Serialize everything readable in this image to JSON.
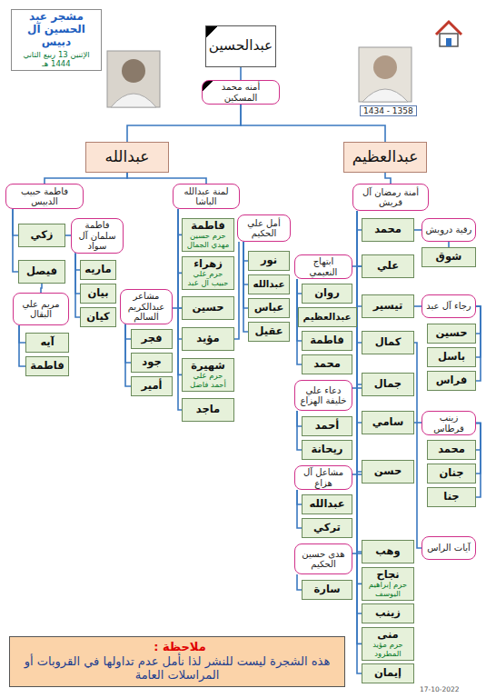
{
  "diagram": {
    "nodes": [
      {
        "text": [
          "مشجر عبد الحسين آل دبيس",
          "الإثنين 13 ربيع الثاني 1444 هـ"
        ]
      },
      {
        "text": [
          "عبدالحسين"
        ]
      },
      {
        "text": [
          "أمنه محمد المسكين"
        ]
      },
      {
        "text": [
          "عبدالعظيم"
        ]
      },
      {
        "text": [
          "عبدالله"
        ]
      },
      {
        "text": [
          "أمنة رمضان آل قريش"
        ]
      },
      {
        "text": [
          "محمد"
        ]
      },
      {
        "text": [
          "رقية درويش"
        ]
      },
      {
        "text": [
          "شوق"
        ]
      },
      {
        "text": [
          "علي"
        ]
      },
      {
        "text": [
          "ابتهاج النعيمي"
        ]
      },
      {
        "text": [
          "روان"
        ]
      },
      {
        "text": [
          "عبدالعظيم"
        ]
      },
      {
        "text": [
          "فاطمة"
        ]
      },
      {
        "text": [
          "محمد"
        ]
      },
      {
        "text": [
          "تيسير"
        ]
      },
      {
        "text": [
          "رجاء آل عبد"
        ]
      },
      {
        "text": [
          "حسين"
        ]
      },
      {
        "text": [
          "باسل"
        ]
      },
      {
        "text": [
          "فراس"
        ]
      },
      {
        "text": [
          "كمال"
        ]
      },
      {
        "text": [
          "جمال"
        ]
      },
      {
        "text": [
          "دعاء علي خليفة الهزاع"
        ]
      },
      {
        "text": [
          "أحمد"
        ]
      },
      {
        "text": [
          "ريحانة"
        ]
      },
      {
        "text": [
          "سامي"
        ]
      },
      {
        "text": [
          "زينب قرطاس"
        ]
      },
      {
        "text": [
          "محمد"
        ]
      },
      {
        "text": [
          "جنان"
        ]
      },
      {
        "text": [
          "جنا"
        ]
      },
      {
        "text": [
          "حسن"
        ]
      },
      {
        "text": [
          "مشاعل آل هزاع"
        ]
      },
      {
        "text": [
          "عبدالله"
        ]
      },
      {
        "text": [
          "تركي"
        ]
      },
      {
        "text": [
          "وهب"
        ]
      },
      {
        "text": [
          "هدى حسين الحكيم"
        ]
      },
      {
        "text": [
          "سارة"
        ]
      },
      {
        "text": [
          "نجاح",
          "حرم إبراهيم اليوسف"
        ]
      },
      {
        "text": [
          "آيات الراس"
        ]
      },
      {
        "text": [
          "زينب"
        ]
      },
      {
        "text": [
          "منى",
          "حرم مؤيد المطرود"
        ]
      },
      {
        "text": [
          "إيمان"
        ]
      },
      {
        "text": [
          "لمنة عبدالله الباشا"
        ]
      },
      {
        "text": [
          "فاطمة",
          "حرم حسين مهدي الجمال"
        ]
      },
      {
        "text": [
          "زهراء",
          "حرم علي حبيب آل عبد"
        ]
      },
      {
        "text": [
          "حسين"
        ]
      },
      {
        "text": [
          "مشاعر عبدالكريم السالم"
        ]
      },
      {
        "text": [
          "فجر"
        ]
      },
      {
        "text": [
          "جود"
        ]
      },
      {
        "text": [
          "أمير"
        ]
      },
      {
        "text": [
          "مؤيد"
        ]
      },
      {
        "text": [
          "أمل علي الحكيم"
        ]
      },
      {
        "text": [
          "نور"
        ]
      },
      {
        "text": [
          "عبدالله"
        ]
      },
      {
        "text": [
          "عباس"
        ]
      },
      {
        "text": [
          "عقيل"
        ]
      },
      {
        "text": [
          "شهيرة",
          "حرم علي أحمد فاضل"
        ]
      },
      {
        "text": [
          "ماجد"
        ]
      },
      {
        "text": [
          "فاطمة حبيب الدبيس"
        ]
      },
      {
        "text": [
          "زكي"
        ]
      },
      {
        "text": [
          "فاطمة سلمان آل سواد"
        ]
      },
      {
        "text": [
          "ماريه"
        ]
      },
      {
        "text": [
          "بيان"
        ]
      },
      {
        "text": [
          "كيان"
        ]
      },
      {
        "text": [
          "فيصل"
        ]
      },
      {
        "text": [
          "مريم علي البقال"
        ]
      },
      {
        "text": [
          "آيه"
        ]
      },
      {
        "text": [
          "فاطمة"
        ]
      },
      {
        "text": [
          "ملاحظة :",
          "هذه الشجرة ليست للنشر لذا نأمل عدم تداولها في القروبات أو المراسلات العامة"
        ]
      }
    ],
    "edges": [
      {
        "from": 1,
        "to": 2,
        "arrow": "none"
      },
      {
        "from": 2,
        "to": 3,
        "arrow": "none"
      },
      {
        "from": 2,
        "to": 4,
        "arrow": "none"
      },
      {
        "from": 3,
        "to": 5,
        "arrow": "none"
      },
      {
        "from": 5,
        "to": 6,
        "arrow": "none"
      },
      {
        "from": 5,
        "to": 9,
        "arrow": "none"
      },
      {
        "from": 5,
        "to": 15,
        "arrow": "none"
      },
      {
        "from": 5,
        "to": 20,
        "arrow": "none"
      },
      {
        "from": 5,
        "to": 21,
        "arrow": "none"
      },
      {
        "from": 5,
        "to": 25,
        "arrow": "none"
      },
      {
        "from": 5,
        "to": 30,
        "arrow": "none"
      },
      {
        "from": 5,
        "to": 34,
        "arrow": "none"
      },
      {
        "from": 5,
        "to": 37,
        "arrow": "none"
      },
      {
        "from": 5,
        "to": 39,
        "arrow": "none"
      },
      {
        "from": 5,
        "to": 40,
        "arrow": "none"
      },
      {
        "from": 5,
        "to": 41,
        "arrow": "none"
      },
      {
        "from": 6,
        "to": 7,
        "arrow": "none"
      },
      {
        "from": 7,
        "to": 8,
        "arrow": "none"
      },
      {
        "from": 9,
        "to": 10,
        "arrow": "none"
      },
      {
        "from": 10,
        "to": 11,
        "arrow": "none"
      },
      {
        "from": 10,
        "to": 12,
        "arrow": "none"
      },
      {
        "from": 10,
        "to": 13,
        "arrow": "none"
      },
      {
        "from": 10,
        "to": 14,
        "arrow": "none"
      },
      {
        "from": 15,
        "to": 16,
        "arrow": "none"
      },
      {
        "from": 16,
        "to": 17,
        "arrow": "none"
      },
      {
        "from": 16,
        "to": 18,
        "arrow": "none"
      },
      {
        "from": 16,
        "to": 19,
        "arrow": "none"
      },
      {
        "from": 20,
        "to": 38,
        "arrow": "none"
      },
      {
        "from": 21,
        "to": 22,
        "arrow": "none"
      },
      {
        "from": 22,
        "to": 23,
        "arrow": "none"
      },
      {
        "from": 22,
        "to": 24,
        "arrow": "none"
      },
      {
        "from": 25,
        "to": 26,
        "arrow": "none"
      },
      {
        "from": 26,
        "to": 27,
        "arrow": "none"
      },
      {
        "from": 26,
        "to": 28,
        "arrow": "none"
      },
      {
        "from": 26,
        "to": 29,
        "arrow": "none"
      },
      {
        "from": 30,
        "to": 31,
        "arrow": "none"
      },
      {
        "from": 31,
        "to": 32,
        "arrow": "none"
      },
      {
        "from": 31,
        "to": 33,
        "arrow": "none"
      },
      {
        "from": 34,
        "to": 35,
        "arrow": "none"
      },
      {
        "from": 35,
        "to": 36,
        "arrow": "none"
      },
      {
        "from": 4,
        "to": 58,
        "arrow": "none"
      },
      {
        "from": 4,
        "to": 42,
        "arrow": "none"
      },
      {
        "from": 58,
        "to": 59,
        "arrow": "none"
      },
      {
        "from": 58,
        "to": 64,
        "arrow": "none"
      },
      {
        "from": 59,
        "to": 60,
        "arrow": "none"
      },
      {
        "from": 60,
        "to": 61,
        "arrow": "none"
      },
      {
        "from": 60,
        "to": 62,
        "arrow": "none"
      },
      {
        "from": 60,
        "to": 63,
        "arrow": "none"
      },
      {
        "from": 64,
        "to": 65,
        "arrow": "none"
      },
      {
        "from": 65,
        "to": 66,
        "arrow": "none"
      },
      {
        "from": 65,
        "to": 67,
        "arrow": "none"
      },
      {
        "from": 42,
        "to": 43,
        "arrow": "none"
      },
      {
        "from": 42,
        "to": 44,
        "arrow": "none"
      },
      {
        "from": 42,
        "to": 45,
        "arrow": "none"
      },
      {
        "from": 42,
        "to": 50,
        "arrow": "none"
      },
      {
        "from": 42,
        "to": 56,
        "arrow": "none"
      },
      {
        "from": 42,
        "to": 57,
        "arrow": "none"
      },
      {
        "from": 45,
        "to": 46,
        "arrow": "none"
      },
      {
        "from": 46,
        "to": 47,
        "arrow": "none"
      },
      {
        "from": 46,
        "to": 48,
        "arrow": "none"
      },
      {
        "from": 46,
        "to": 49,
        "arrow": "none"
      },
      {
        "from": 50,
        "to": 51,
        "arrow": "none"
      },
      {
        "from": 51,
        "to": 52,
        "arrow": "none"
      },
      {
        "from": 51,
        "to": 53,
        "arrow": "none"
      },
      {
        "from": 51,
        "to": 54,
        "arrow": "none"
      },
      {
        "from": 51,
        "to": 55,
        "arrow": "none"
      }
    ],
    "labels": [
      "1434 - 1358",
      "17-10-2022"
    ]
  }
}
